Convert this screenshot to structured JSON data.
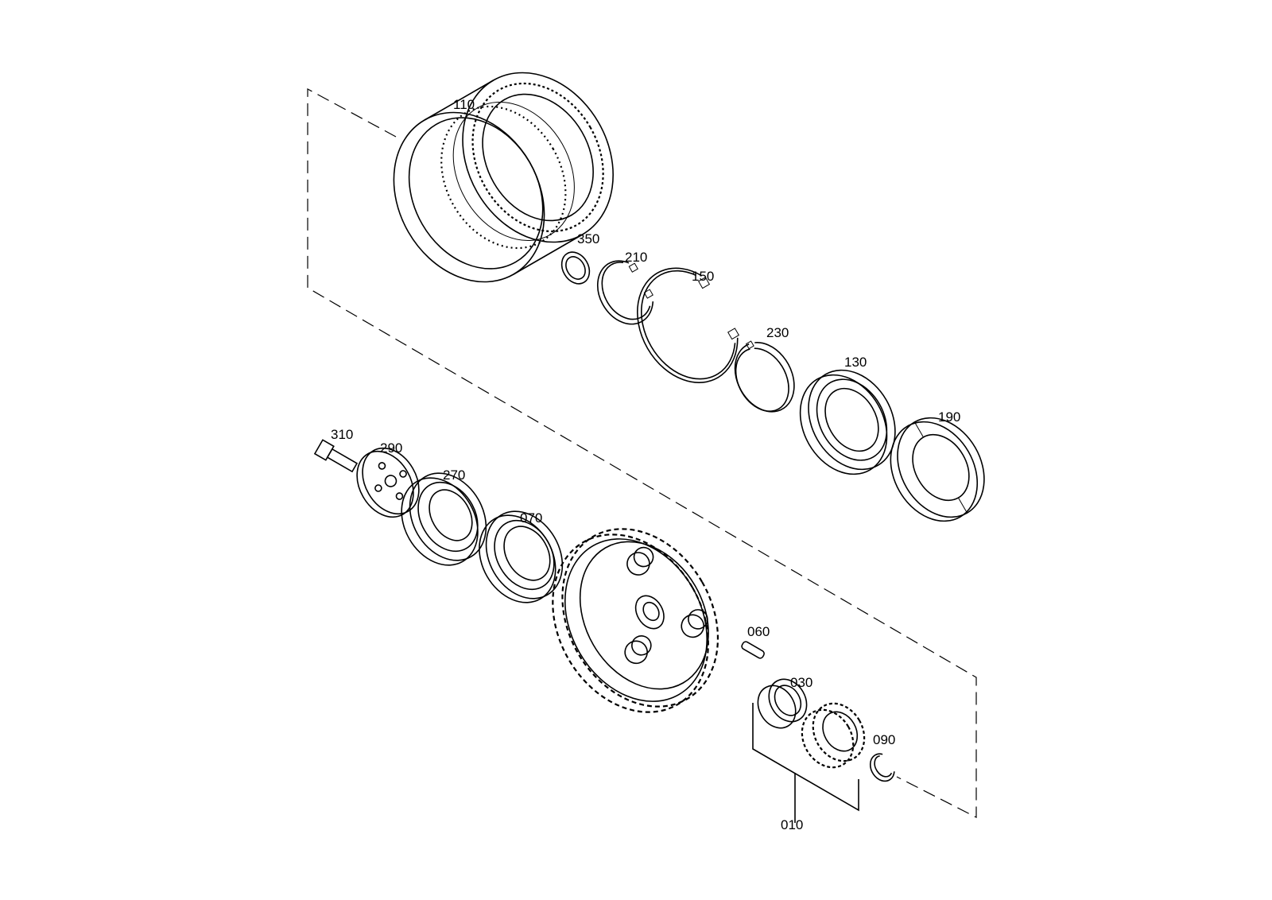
{
  "labels": {
    "p110": "110",
    "p350": "350",
    "p210": "210",
    "p150": "150",
    "p230": "230",
    "p130": "130",
    "p190": "190",
    "p310": "310",
    "p290": "290",
    "p270": "270",
    "p070": "070",
    "p060": "060",
    "p030": "030",
    "p090": "090",
    "p010": "010"
  },
  "colors": {
    "line": "#000000",
    "background": "#ffffff"
  }
}
